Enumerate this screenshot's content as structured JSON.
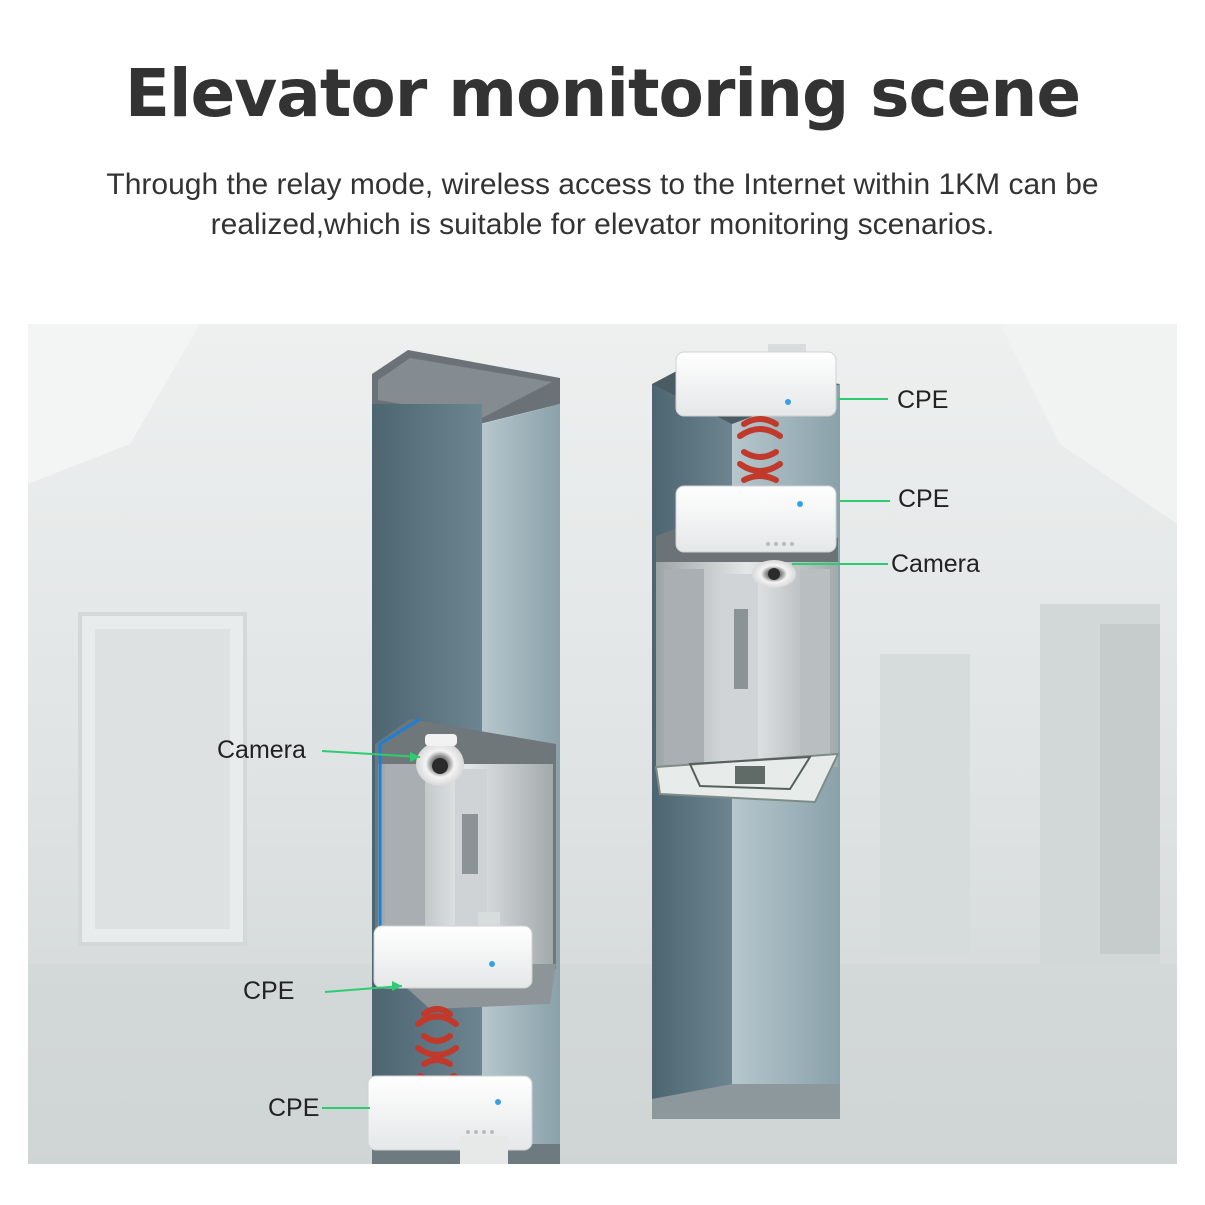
{
  "header": {
    "title": "Elevator monitoring scene",
    "subtitle": "Through the relay mode, wireless access to the Internet within 1KM can be realized,which is suitable for elevator monitoring scenarios."
  },
  "diagram": {
    "left_shaft": {
      "labels": {
        "camera": "Camera",
        "cpe_upper": "CPE",
        "cpe_lower": "CPE"
      }
    },
    "right_shaft": {
      "labels": {
        "cpe_top": "CPE",
        "cpe_second": "CPE",
        "camera": "Camera"
      }
    }
  },
  "colors": {
    "text": "#333333",
    "connector": "#2ecc71",
    "signal": "#c0392b",
    "shaft_wall": "#5e7782",
    "shaft_side": "#9fb4bc",
    "background": "#e3e6e6"
  }
}
